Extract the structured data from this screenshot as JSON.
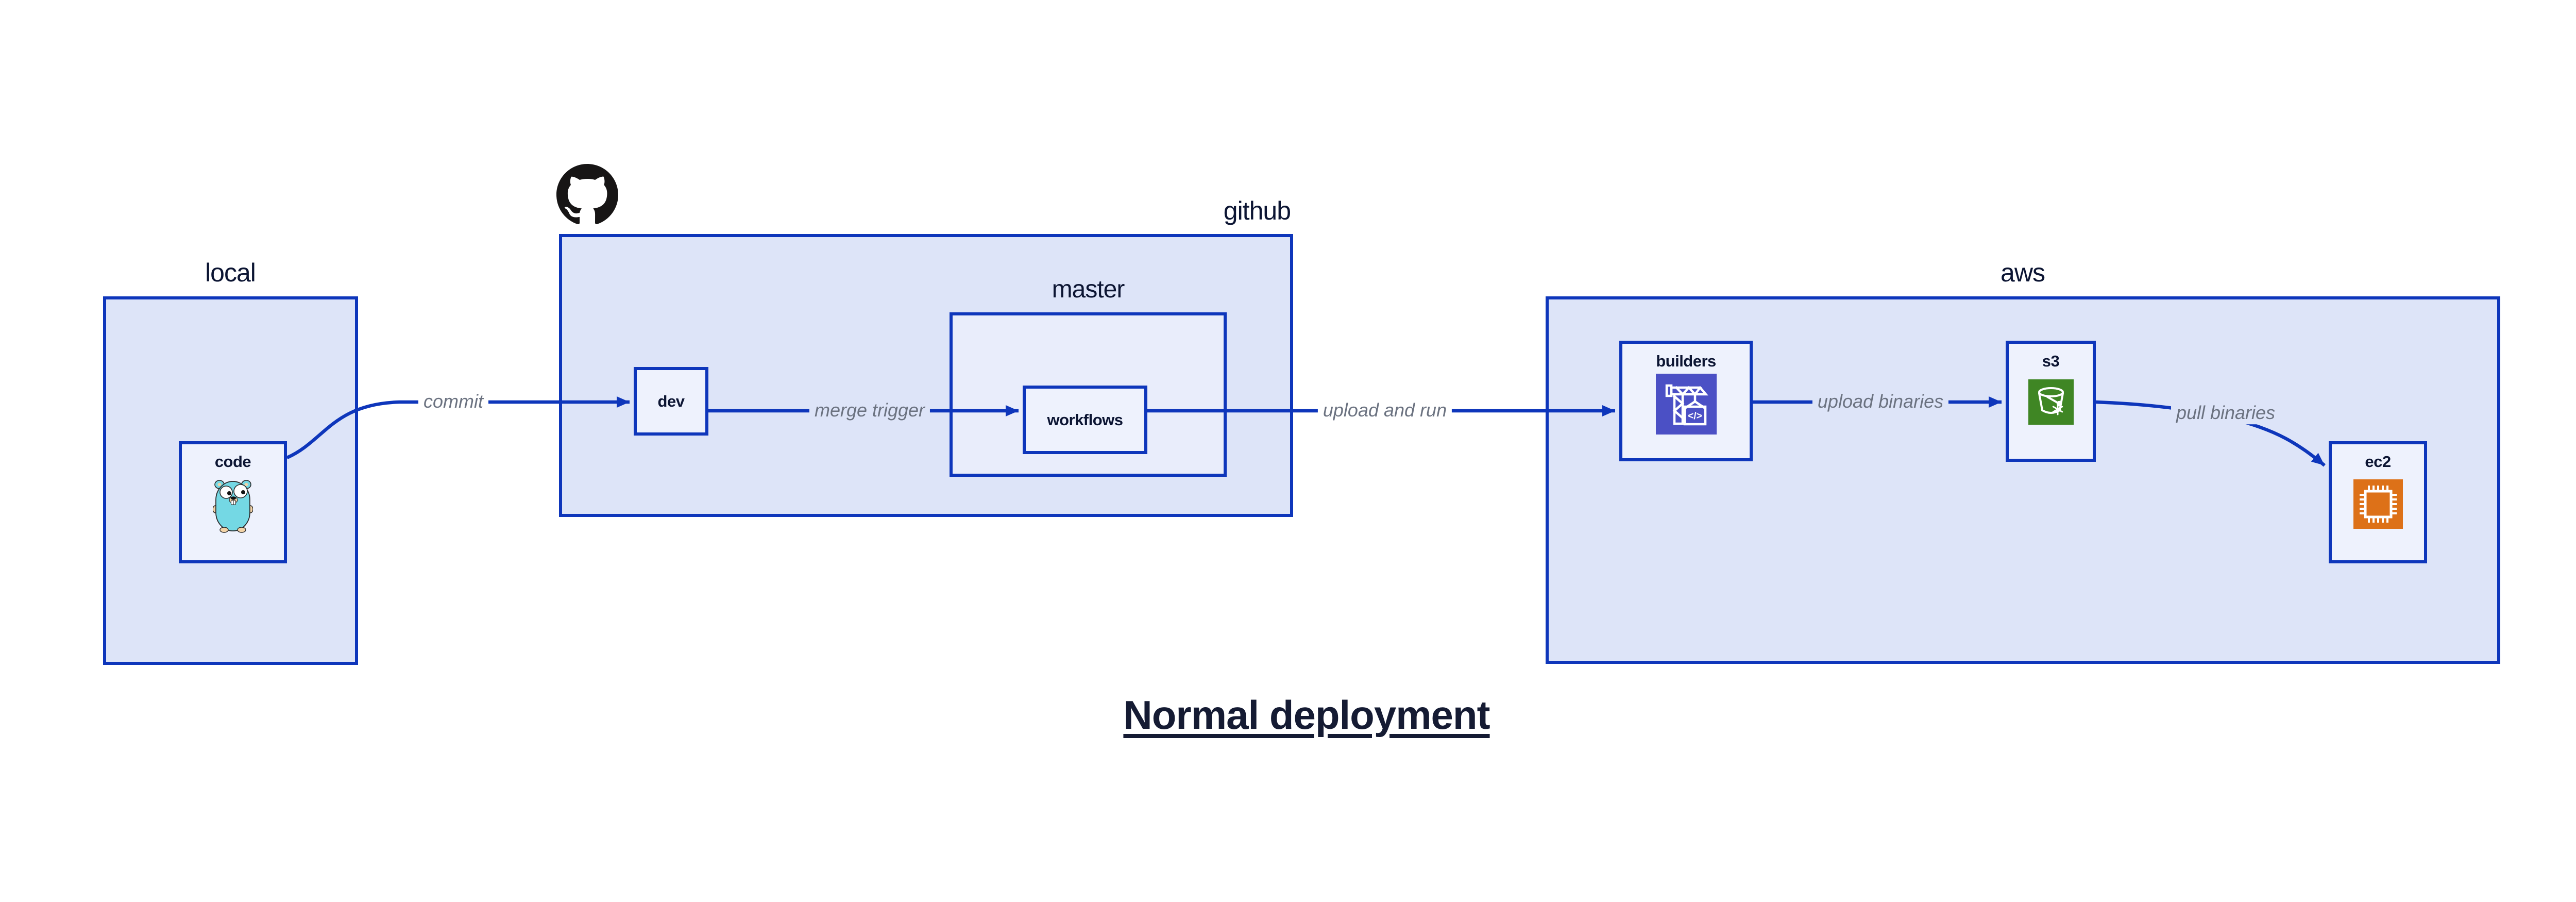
{
  "diagram": {
    "title": "Normal deployment",
    "colors": {
      "accent_border": "#0e36bb",
      "container_fill": "#dde4f8",
      "nested_container_fill": "#e9edfb",
      "node_fill": "#eef2fd",
      "edge_label_text": "#6b7280",
      "dark_text": "#0c1533",
      "octocat_black": "#171515",
      "gopher_teal": "#74d8e4",
      "builders_icon_bg": "#4b50c5",
      "s3_icon_bg": "#3f8624",
      "ec2_icon_bg": "#dd7118"
    }
  },
  "containers": {
    "local": {
      "label": "local"
    },
    "github": {
      "label": "github"
    },
    "master": {
      "label": "master"
    },
    "aws": {
      "label": "aws"
    }
  },
  "nodes": {
    "code": {
      "label": "code",
      "icon": "go-gopher-icon"
    },
    "dev": {
      "label": "dev"
    },
    "workflows": {
      "label": "workflows"
    },
    "builders": {
      "label": "builders",
      "icon": "codebuild-crane-icon"
    },
    "s3": {
      "label": "s3",
      "icon": "s3-bucket-icon"
    },
    "ec2": {
      "label": "ec2",
      "icon": "ec2-chip-icon"
    }
  },
  "edges": {
    "commit": {
      "from": "local.code",
      "to": "github.dev",
      "label": "commit"
    },
    "merge_trigger": {
      "from": "github.dev",
      "to": "master.workflows",
      "label": "merge trigger"
    },
    "upload_and_run": {
      "from": "master.workflows",
      "to": "aws.builders",
      "label": "upload and run"
    },
    "upload_binaries": {
      "from": "aws.builders",
      "to": "aws.s3",
      "label": "upload binaries"
    },
    "pull_binaries": {
      "from": "aws.s3",
      "to": "aws.ec2",
      "label": "pull binaries"
    }
  }
}
